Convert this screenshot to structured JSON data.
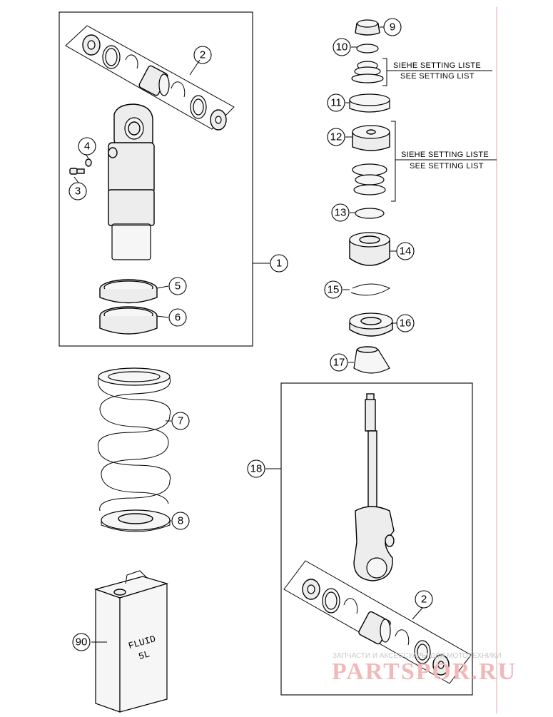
{
  "callouts": {
    "c1": "1",
    "c2": "2",
    "c3": "3",
    "c4": "4",
    "c5": "5",
    "c6": "6",
    "c7": "7",
    "c8": "8",
    "c9": "9",
    "c10": "10",
    "c11": "11",
    "c12": "12",
    "c13": "13",
    "c14": "14",
    "c15": "15",
    "c16": "16",
    "c17": "17",
    "c18": "18",
    "c2b": "2",
    "c90": "90"
  },
  "notes": {
    "setting_de_1": "SIEHE SETTING LISTE",
    "setting_en_1": "SEE SETTING LIST",
    "setting_de_2": "SIEHE SETTING LISTE",
    "setting_en_2": "SEE SETTING LIST"
  },
  "can_label": {
    "line1": "FLUID",
    "line2": "5L"
  },
  "watermark": {
    "tagline": "ЗАПЧАСТИ И АКСЕССУАРЫ ДЛЯ МОТОТЕХНИКИ",
    "brand": "PARTSPOR.RU"
  },
  "colors": {
    "margin_line": "#e8a0a0",
    "watermark": "#f2b8b8"
  }
}
